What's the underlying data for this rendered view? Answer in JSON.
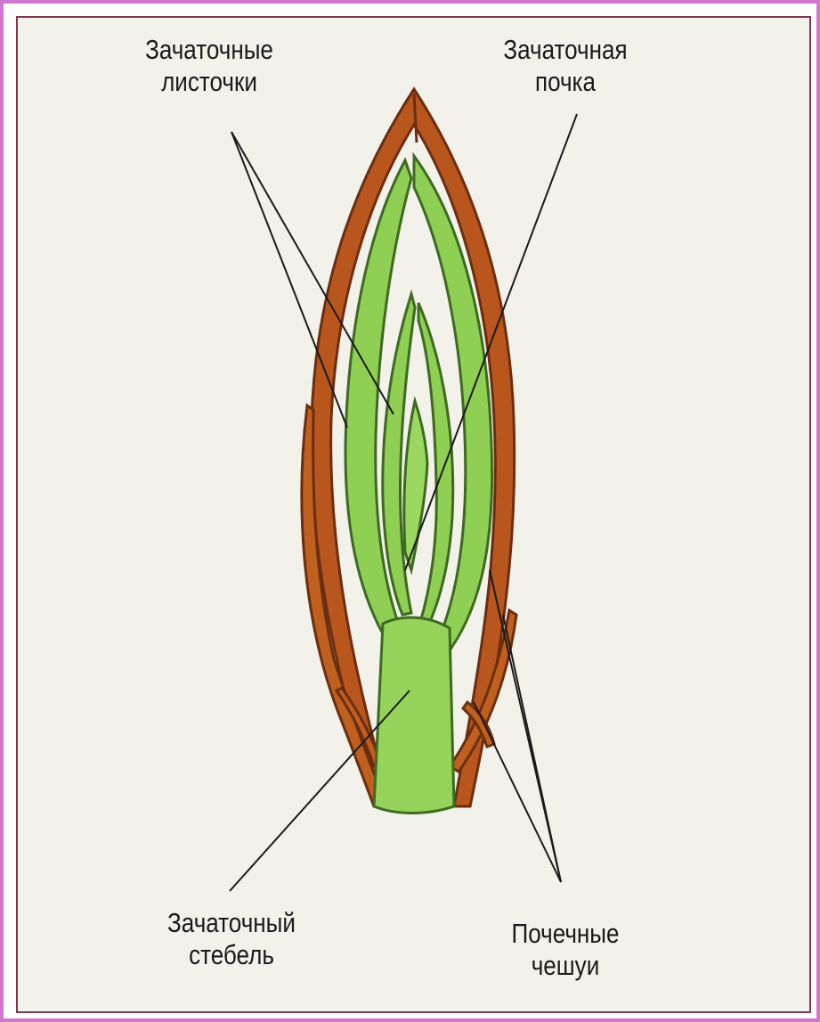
{
  "labels": {
    "embryonic_leaves": [
      "Зачаточные",
      "листочки"
    ],
    "embryonic_bud": [
      "Зачаточная",
      "почка"
    ],
    "embryonic_stem": [
      "Зачаточный",
      "стебель"
    ],
    "bud_scales": [
      "Почечные",
      "чешуи"
    ]
  },
  "colors": {
    "frame_border": "#d277cf",
    "panel_border": "#7a3a55",
    "background": "#f3f2ea",
    "scale_brown": "#b8561e",
    "scale_outline": "#6b2e10",
    "leaf_green": "#8fd054",
    "leaf_outline": "#3f6a22",
    "stem_green": "#95d35b"
  }
}
